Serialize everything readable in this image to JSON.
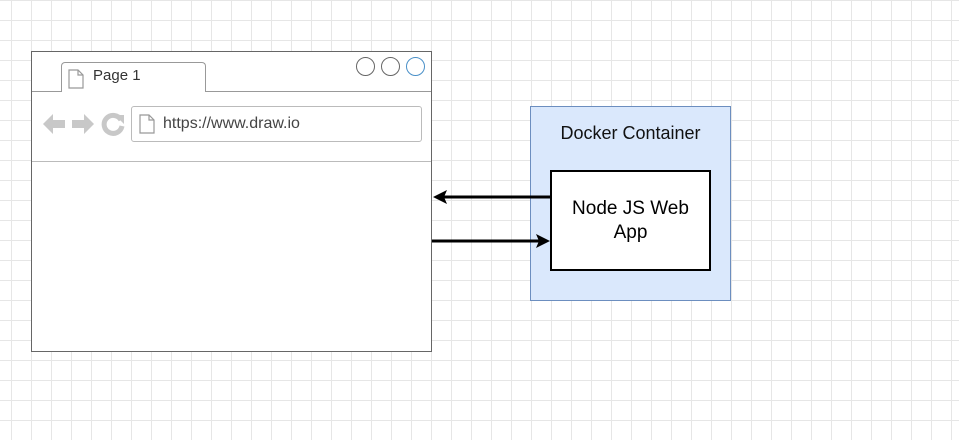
{
  "browser": {
    "tab_label": "Page 1",
    "url": "https://www.draw.io",
    "icons": [
      "document-icon",
      "back-arrow-icon",
      "forward-arrow-icon",
      "reload-icon",
      "window-buttons"
    ],
    "window_buttons": [
      "circle",
      "circle",
      "circle-blue"
    ]
  },
  "docker": {
    "label": "Docker Container",
    "fill": "#dae8fc",
    "stroke": "#6c8ebf"
  },
  "node_app": {
    "label": "Node JS Web App"
  },
  "connectors": [
    {
      "from": "node_app",
      "to": "browser",
      "arrow": "to-browser"
    },
    {
      "from": "browser",
      "to": "node_app",
      "arrow": "to-node-app"
    }
  ]
}
